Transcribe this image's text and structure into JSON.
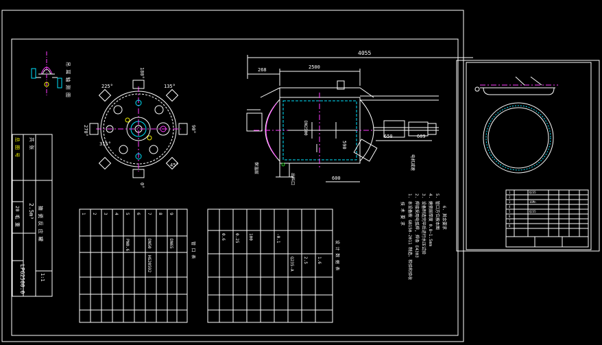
{
  "colors": {
    "background": "#000000",
    "frame": "#ffffff",
    "cyan": "#00e5ff",
    "magenta": "#ff3dff",
    "yellow": "#f2f200",
    "green": "#25d025",
    "red": "#ff3030"
  },
  "dims": {
    "overall_width": "4055",
    "left_offset": "268",
    "shell_span": "2500",
    "right_span_a": "650",
    "right_span_b": "609",
    "shell_height": "590",
    "bottom_offset": "600"
  },
  "title_block": {
    "drawing_no": "LPG2500.0",
    "volume": "2.5m³",
    "scale": "1:1"
  },
  "icons": {
    "crane_hook": "lifting-lug-icon",
    "north_view": "top-view-icon"
  }
}
